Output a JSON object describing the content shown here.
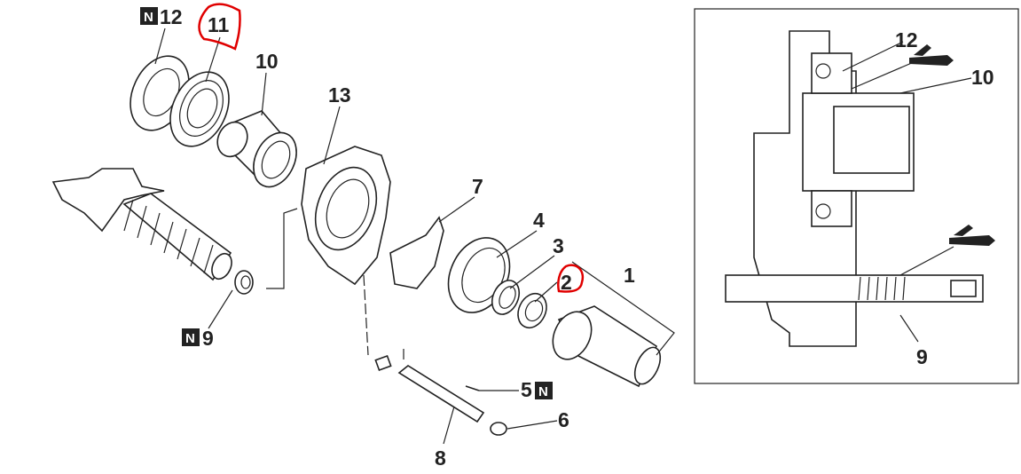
{
  "diagram": {
    "callouts": {
      "p12": "12",
      "p11": "11",
      "p10": "10",
      "p13": "13",
      "p7": "7",
      "p4": "4",
      "p3": "3",
      "p2": "2",
      "p1": "1",
      "p9": "9",
      "p5": "5",
      "p6": "6",
      "p8": "8"
    },
    "new_part_marker": "N",
    "highlight_color": "#e00000",
    "inset": {
      "callouts": {
        "p12": "12",
        "p10": "10",
        "p9": "9"
      }
    }
  }
}
